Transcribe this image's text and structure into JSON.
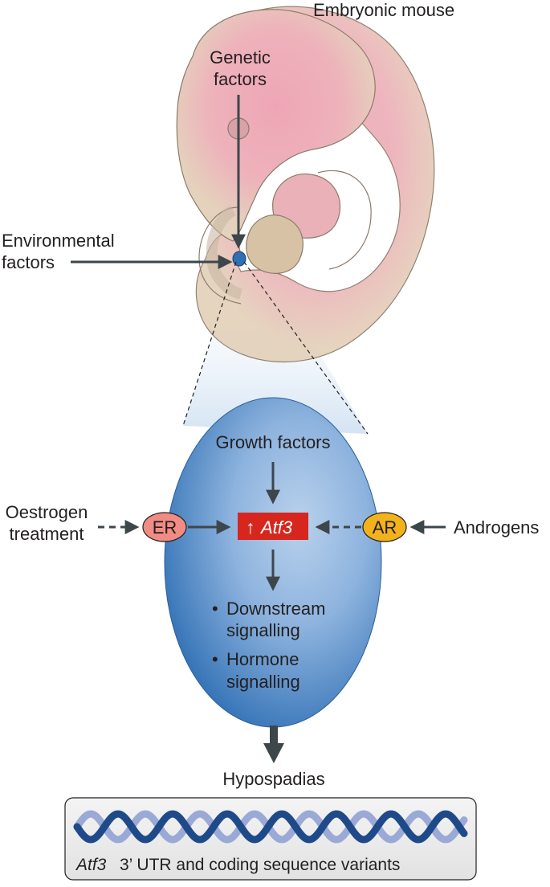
{
  "labels": {
    "embryonic_mouse": "Embryonic mouse",
    "genetic_factors_line1": "Genetic",
    "genetic_factors_line2": "factors",
    "environmental_factors_line1": "Environmental",
    "environmental_factors_line2": "factors",
    "growth_factors": "Growth factors",
    "oestrogen_treatment_line1": "Oestrogen",
    "oestrogen_treatment_line2": "treatment",
    "er": "ER",
    "ar": "AR",
    "androgens": "Androgens",
    "atf3_arrow": "↑",
    "atf3_gene": "Atf3",
    "downstream_bullet": "•",
    "downstream_line1": "Downstream",
    "downstream_line2": "signalling",
    "hormone_bullet": "•",
    "hormone_line1": "Hormone",
    "hormone_line2": "signalling",
    "hypospadias": "Hypospadias",
    "dna_gene": "Atf3",
    "dna_caption": "3’ UTR and coding sequence variants"
  },
  "colors": {
    "embryo_skin": "#ecd9c4",
    "embryo_pink": "#eea6b5",
    "oval_dark": "#2f6fb4",
    "oval_light": "#a7c5e6",
    "er_fill": "#f08c84",
    "ar_fill": "#f2b21c",
    "atf3_box": "#d7261e",
    "arrow": "#3d464b",
    "dna_dark": "#1f4a8a",
    "dna_light": "#9aa9d6",
    "dna_panel": "#ececec"
  },
  "icons": {
    "embryo": "embryonic-mouse-illustration",
    "dna": "dna-double-helix"
  }
}
